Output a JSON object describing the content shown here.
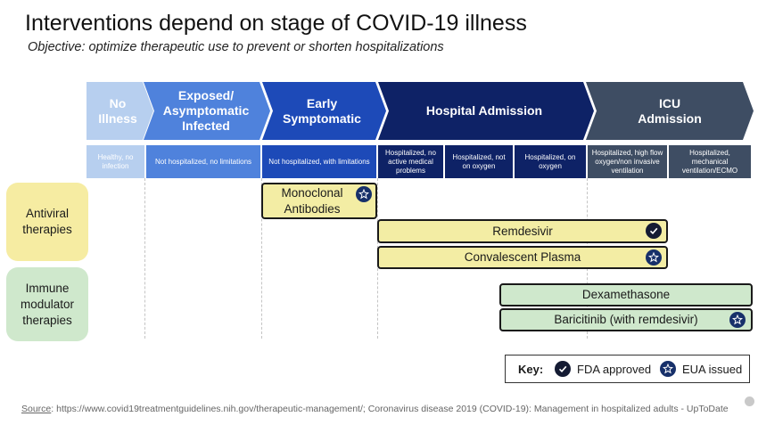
{
  "title": "Interventions depend on stage of COVID-19 illness",
  "subtitle": "Objective: optimize therapeutic use to prevent or shorten hospitalizations",
  "colors": {
    "stage_no_illness": "#b7cfef",
    "stage_exposed": "#4f82dc",
    "stage_early": "#1d4ab8",
    "stage_hospital": "#0e2266",
    "stage_icu": "#3e4d63",
    "bar_yellow": "#f3eda4",
    "bar_green": "#cfe8cc",
    "badge_navy": "#17306a"
  },
  "stages": [
    {
      "label": "No Illness"
    },
    {
      "label": "Exposed/ Asymptomatic Infected"
    },
    {
      "label": "Early Symptomatic"
    },
    {
      "label": "Hospital Admission"
    },
    {
      "label": "ICU Admission"
    }
  ],
  "descriptions": [
    "Healthy, no infection",
    "Not hospitalized, no limitations",
    "Not hospitalized, with limitations",
    "Hospitalized, no active medical problems",
    "Hospitalized, not on oxygen",
    "Hospitalized, on oxygen",
    "Hospitalized, high flow oxygen/non invasive ventilation",
    "Hospitalized, mechanical ventilation/ECMO"
  ],
  "categories": {
    "antiviral": "Antiviral therapies",
    "immune": "Immune modulator therapies"
  },
  "therapies": {
    "monoclonal": {
      "label": "Monoclonal Antibodies",
      "status": "EUA issued"
    },
    "remdesivir": {
      "label": "Remdesivir",
      "status": "FDA approved"
    },
    "plasma": {
      "label": "Convalescent Plasma",
      "status": "EUA issued"
    },
    "dexamethasone": {
      "label": "Dexamethasone"
    },
    "baricitinib": {
      "label": "Baricitinib (with remdesivir)",
      "status": "EUA issued"
    }
  },
  "key": {
    "label": "Key:",
    "fda": "FDA approved",
    "eua": "EUA issued",
    "fda_icon": "checkmark-icon",
    "eua_icon": "star-icon"
  },
  "source": {
    "label": "Source",
    "text": ": https://www.covid19treatmentguidelines.nih.gov/therapeutic-management/; Coronavirus disease 2019 (COVID-19): Management in hospitalized adults - UpToDate"
  }
}
